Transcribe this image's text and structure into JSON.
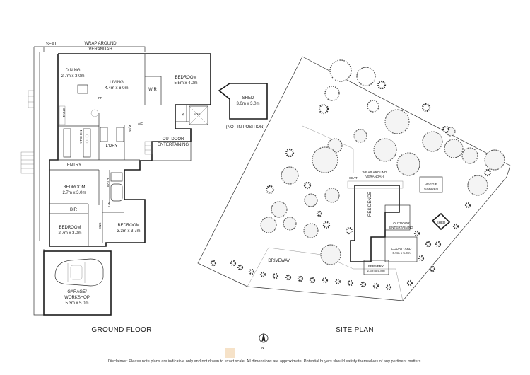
{
  "ground_floor": {
    "title": "GROUND FLOOR",
    "seat": "SEAT",
    "verandah_line1": "WRAP AROUND",
    "verandah_line2": "VERANDAH",
    "dining_name": "DINING",
    "dining_size": "2.7m x 3.0m",
    "living_name": "LIVING",
    "living_size": "4.4m x 6.0m",
    "fp": "FP",
    "bedroom1_name": "BEDROOM",
    "bedroom1_size": "5.5m x 4.0m",
    "wir": "WIR",
    "ens1": "ENS",
    "lin1": "LIN",
    "table": "TABLE",
    "kitchen": "KITCHEN",
    "ldry": "L'DRY",
    "wm": "W/M",
    "ac": "A/C",
    "outdoor_line1": "OUTDOOR",
    "outdoor_line2": "ENTERTAINING",
    "entry": "ENTRY",
    "bedroom2_name": "BEDROOM",
    "bedroom2_size": "2.7m x 3.0m",
    "bath": "BATH",
    "bir": "BIR",
    "lin2": "LIN",
    "bedroom3_name": "BEDROOM",
    "bedroom3_size": "2.7m x 3.0m",
    "ens2": "ENS",
    "bedroom4_name": "BEDROOM",
    "bedroom4_size": "3.3m x 3.7m",
    "garage_line1": "GARAGE/",
    "garage_line2": "WORKSHOP",
    "garage_size": "5.3m x 5.0m"
  },
  "shed": {
    "name": "SHED",
    "size": "3.0m x 3.0m",
    "note": "(NOT IN POSITION)"
  },
  "site_plan": {
    "title": "SITE PLAN",
    "seat": "SEAT",
    "verandah_line1": "WRAP AROUND",
    "verandah_line2": "VERANDAH",
    "residence": "RESIDENCE",
    "outdoor_line1": "OUTDOOR",
    "outdoor_line2": "ENTERTAINING",
    "courtyard_name": "COURTYARD",
    "courtyard_size": "6.9m x 5.0m",
    "fernery_name": "FERNERY",
    "fernery_size": "2.6m x 5.8m",
    "veggie_line1": "VEGGIE",
    "veggie_line2": "GARDEN",
    "shed": "SHED",
    "driveway": "DRIVEWAY"
  },
  "compass": {
    "north": "N"
  },
  "disclaimer": "Disclaimer: Please note plans are indicative only and not drawn to exact scale. All dimensions are approximate. Potential buyers should satisfy themselves of any pertinent matters."
}
